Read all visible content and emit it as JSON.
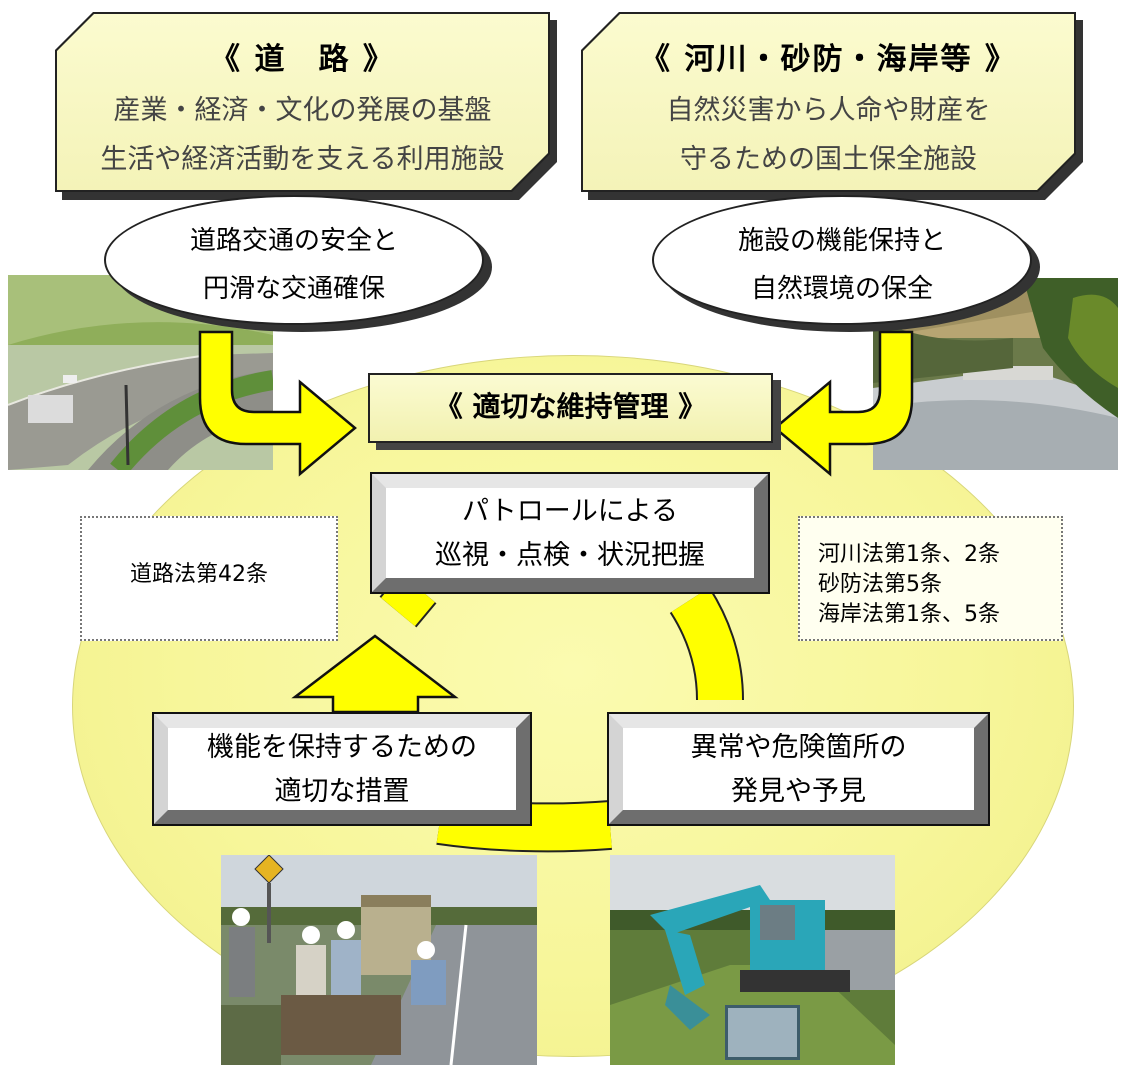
{
  "roads_box": {
    "title": "《 道　路 》",
    "line1": "産業・経済・文化の発展の基盤",
    "line2": "生活や経済活動を支える利用施設"
  },
  "rivers_box": {
    "title": "《 河川・砂防・海岸等 》",
    "line1": "自然災害から人命や財産を",
    "line2": "守るための国土保全施設"
  },
  "roads_oval": {
    "line1": "道路交通の安全と",
    "line2": "円滑な交通確保"
  },
  "rivers_oval": {
    "line1": "施設の機能保持と",
    "line2": "自然環境の保全"
  },
  "center_title": "《 適切な維持管理 》",
  "patrol_box": {
    "line1": "パトロールによる",
    "line2": "巡視・点検・状況把握"
  },
  "discover_box": {
    "line1": "異常や危険箇所の",
    "line2": "発見や予見"
  },
  "measures_box": {
    "line1": "機能を保持するための",
    "line2": "適切な措置"
  },
  "road_law": {
    "text": "道路法第42条"
  },
  "river_laws": {
    "line1": "河川法第1条、2条",
    "line2": "砂防法第5条",
    "line3": "海岸法第1条、5条"
  },
  "colors": {
    "arrow_yellow": "#ffff00",
    "ellipse_yellow": "#f7f69a",
    "box_cream": "#f6f5bd"
  }
}
